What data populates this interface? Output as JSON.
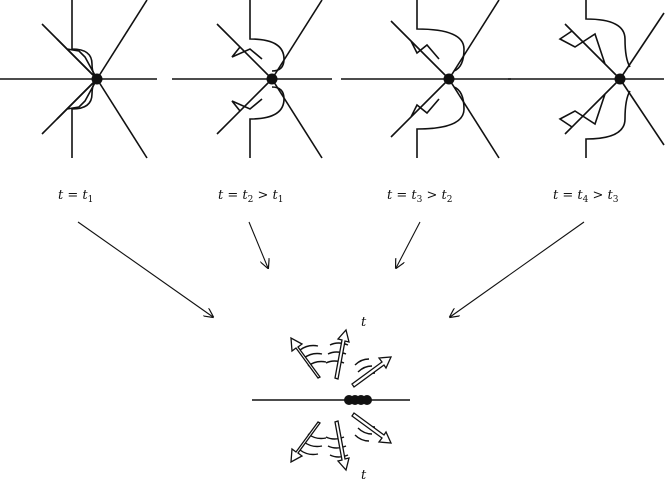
{
  "panels": [
    {
      "t": "t",
      "eq": " = ",
      "a": "t",
      "a_sub": "1",
      "gt": "",
      "b": "",
      "b_sub": ""
    },
    {
      "t": "t",
      "eq": " = ",
      "a": "t",
      "a_sub": "2",
      "gt": " > ",
      "b": "t",
      "b_sub": "1"
    },
    {
      "t": "t",
      "eq": " = ",
      "a": "t",
      "a_sub": "3",
      "gt": " > ",
      "b": "t",
      "b_sub": "2"
    },
    {
      "t": "t",
      "eq": " = ",
      "a": "t",
      "a_sub": "4",
      "gt": " > ",
      "b": "t",
      "b_sub": "3"
    }
  ],
  "bottom": {
    "top_label": "t",
    "bottom_label": "t"
  }
}
